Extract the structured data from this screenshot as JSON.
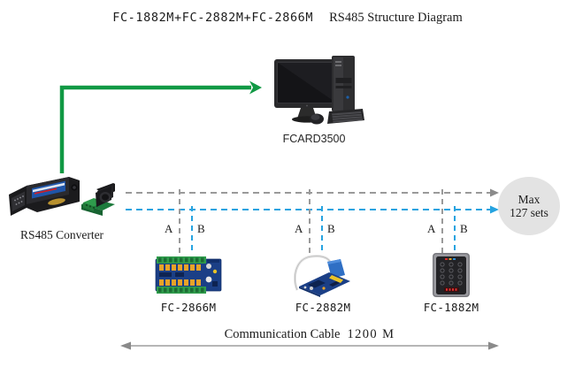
{
  "title": {
    "model_string": "FC-1882M+FC-2882M+FC-2866M",
    "description": "RS485 Structure Diagram"
  },
  "host": {
    "label": "FCARD3500",
    "icon": "desktop-computer-icon"
  },
  "converter": {
    "label": "RS485  Converter",
    "icon": "rs485-converter-icon"
  },
  "bus": {
    "line_a_label": "A",
    "line_b_label": "B",
    "line_a_color": "#9a9a9a",
    "line_b_color": "#26a3e0",
    "green_link_color": "#119944"
  },
  "capacity": {
    "line1": "Max",
    "line2": "127 sets"
  },
  "devices": [
    {
      "label": "FC-2866M",
      "icon": "relay-board-icon"
    },
    {
      "label": "FC-2882M",
      "icon": "rfid-reader-module-icon"
    },
    {
      "label": "FC-1882M",
      "icon": "keypad-access-reader-icon"
    }
  ],
  "dimension": {
    "text": "Communication Cable",
    "value": "1200 M"
  }
}
